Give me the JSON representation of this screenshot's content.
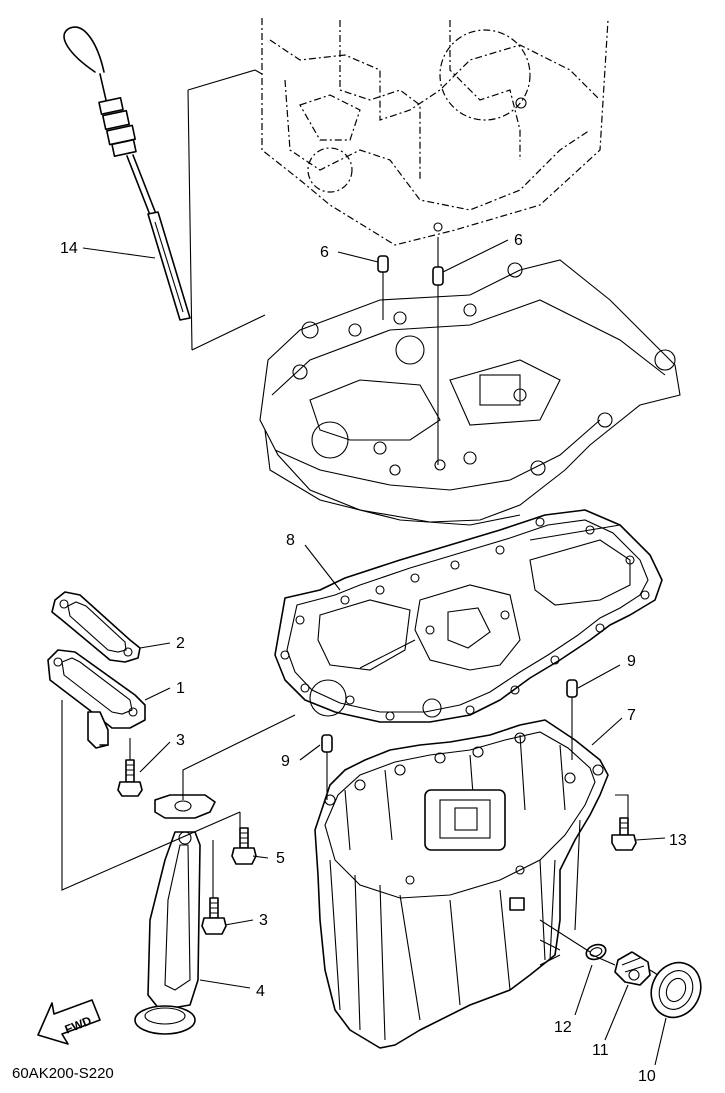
{
  "diagram_code": "60AK200-S220",
  "fwd_label": "FWD",
  "callouts": {
    "c14": "14",
    "c6a": "6",
    "c6b": "6",
    "c8": "8",
    "c2": "2",
    "c1": "1",
    "c3a": "3",
    "c9a": "9",
    "c9b": "9",
    "c7": "7",
    "c5": "5",
    "c3b": "3",
    "c13": "13",
    "c4": "4",
    "c12": "12",
    "c11": "11",
    "c10": "10"
  }
}
